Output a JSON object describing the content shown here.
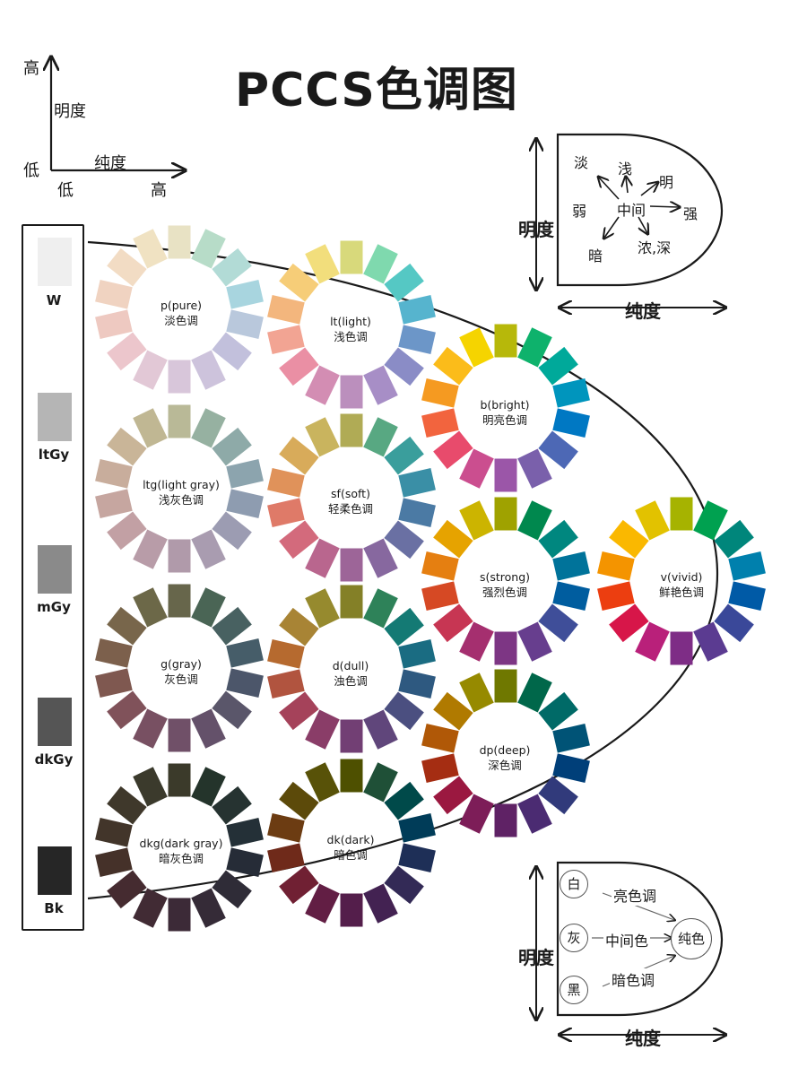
{
  "title": "PCCS色调图",
  "axis_legend": {
    "y_high": "高",
    "y_label": "明度",
    "origin_low_left": "低",
    "x_label": "纯度",
    "x_low": "低",
    "x_high": "高"
  },
  "neutrals": [
    {
      "code": "W",
      "color": "#efefef"
    },
    {
      "code": "ltGy",
      "color": "#b5b5b5"
    },
    {
      "code": "mGy",
      "color": "#8a8a8a"
    },
    {
      "code": "dkGy",
      "color": "#555555"
    },
    {
      "code": "Bk",
      "color": "#262626"
    }
  ],
  "tone_rings": [
    {
      "id": "p",
      "name": "p(pure)",
      "cn": "淡色调",
      "colors": [
        "#e8e2c4",
        "#b7dcc8",
        "#b2dbd6",
        "#a8d5df",
        "#b9c8dc",
        "#c2c0dc",
        "#cdc3dc",
        "#d8c6da",
        "#e2c8d6",
        "#ecc6cc",
        "#eec9c1",
        "#f0d3c1",
        "#f2dcc4",
        "#f0e2c2"
      ]
    },
    {
      "id": "lt",
      "name": "lt(light)",
      "cn": "浅色调",
      "colors": [
        "#d8d97b",
        "#7fd9ae",
        "#55c8c4",
        "#56b4ce",
        "#6c96c8",
        "#8a8cc6",
        "#a78ec6",
        "#bb8fbd",
        "#d38db3",
        "#ea8fa4",
        "#f2a493",
        "#f3b67d",
        "#f6cd78",
        "#f2de7c"
      ]
    },
    {
      "id": "b",
      "name": "b(bright)",
      "cn": "明亮色调",
      "colors": [
        "#b7b80a",
        "#0eb26c",
        "#00a99a",
        "#0095bd",
        "#0078c3",
        "#4d68b5",
        "#7a60ab",
        "#9b56a8",
        "#cb4e8f",
        "#e84b6c",
        "#f2643e",
        "#f59a21",
        "#fbbc1a",
        "#f5d400"
      ]
    },
    {
      "id": "ltg",
      "name": "ltg(light gray)",
      "cn": "浅灰色调",
      "colors": [
        "#b9b997",
        "#96b1a1",
        "#8eaaa8",
        "#8ca4ae",
        "#8e9cb0",
        "#9c9cb2",
        "#a99cb0",
        "#b09aaa",
        "#b89ca8",
        "#c2a0a4",
        "#c6a6a0",
        "#c8ad9c",
        "#c9b598",
        "#c0b793"
      ]
    },
    {
      "id": "sf",
      "name": "sf(soft)",
      "cn": "轻柔色调",
      "colors": [
        "#b0ab55",
        "#58a882",
        "#3a9e9c",
        "#3a8fa6",
        "#4b7aa4",
        "#6a70a3",
        "#87689f",
        "#9d6598",
        "#b9668e",
        "#d36a7c",
        "#df7a68",
        "#e0925a",
        "#d8ab5a",
        "#c9b45e"
      ]
    },
    {
      "id": "s",
      "name": "s(strong)",
      "cn": "强烈色调",
      "colors": [
        "#9fa200",
        "#00884e",
        "#00877f",
        "#00739a",
        "#005d9f",
        "#3f4e99",
        "#673e8e",
        "#7d3684",
        "#a52f6f",
        "#c73653",
        "#d64924",
        "#e57f11",
        "#e6a300",
        "#ccb400"
      ]
    },
    {
      "id": "v",
      "name": "v(vivid)",
      "cn": "鲜艳色调",
      "colors": [
        "#a6b300",
        "#00a150",
        "#00867b",
        "#0080ad",
        "#005aa6",
        "#3a4899",
        "#5b3b91",
        "#7e2d86",
        "#b9207a",
        "#d71649",
        "#ec3e10",
        "#f49400",
        "#fab800",
        "#e2c200"
      ]
    },
    {
      "id": "g",
      "name": "g(gray)",
      "cn": "灰色调",
      "colors": [
        "#67664b",
        "#4a6555",
        "#486161",
        "#465d69",
        "#4c566a",
        "#5a566a",
        "#64516a",
        "#705068",
        "#785062",
        "#80525a",
        "#7f5850",
        "#7c604c",
        "#78664b",
        "#6c6848"
      ]
    },
    {
      "id": "d",
      "name": "d(dull)",
      "cn": "浊色调",
      "colors": [
        "#848027",
        "#2e8259",
        "#147a74",
        "#1a6c82",
        "#2e5980",
        "#4b4f80",
        "#60467b",
        "#723f74",
        "#8a3d68",
        "#a5425a",
        "#b1543f",
        "#b66a2f",
        "#a88435",
        "#968a2e"
      ]
    },
    {
      "id": "dp",
      "name": "dp(deep)",
      "cn": "深色调",
      "colors": [
        "#6f7800",
        "#00674a",
        "#006a67",
        "#005376",
        "#003f79",
        "#313a7b",
        "#4b2b72",
        "#5f2265",
        "#7d1d58",
        "#9b1840",
        "#a52d12",
        "#b05807",
        "#b07a00",
        "#968a00"
      ]
    },
    {
      "id": "dkg",
      "name": "dkg(dark gray)",
      "cn": "暗灰色调",
      "colors": [
        "#3b3a2a",
        "#24342b",
        "#263331",
        "#243037",
        "#262c37",
        "#2f2c37",
        "#352b37",
        "#3c2a37",
        "#412b34",
        "#452b30",
        "#453129",
        "#42352a",
        "#3f382b",
        "#3b3a2c"
      ]
    },
    {
      "id": "dk",
      "name": "dk(dark)",
      "cn": "暗色调",
      "colors": [
        "#4e5000",
        "#1f5037",
        "#004a4a",
        "#003c58",
        "#1e2f57",
        "#332a56",
        "#432252",
        "#541e4b",
        "#621e44",
        "#702033",
        "#6f2a1a",
        "#6c3c12",
        "#5c4a0a",
        "#585208"
      ]
    }
  ],
  "top_right_legend": {
    "y_label": "明度",
    "x_label": "纯度",
    "terms": {
      "dan": "淡",
      "qian": "浅",
      "ming": "明",
      "ruo": "弱",
      "zhongjian": "中间",
      "qiang": "强",
      "an": "暗",
      "nongshen": "浓,深"
    }
  },
  "bottom_right_legend": {
    "y_label": "明度",
    "x_label": "纯度",
    "white": "白",
    "gray": "灰",
    "black": "黑",
    "pure": "纯色",
    "bright_tone": "亮色调",
    "middle_color": "中间色",
    "dark_tone": "暗色调"
  }
}
